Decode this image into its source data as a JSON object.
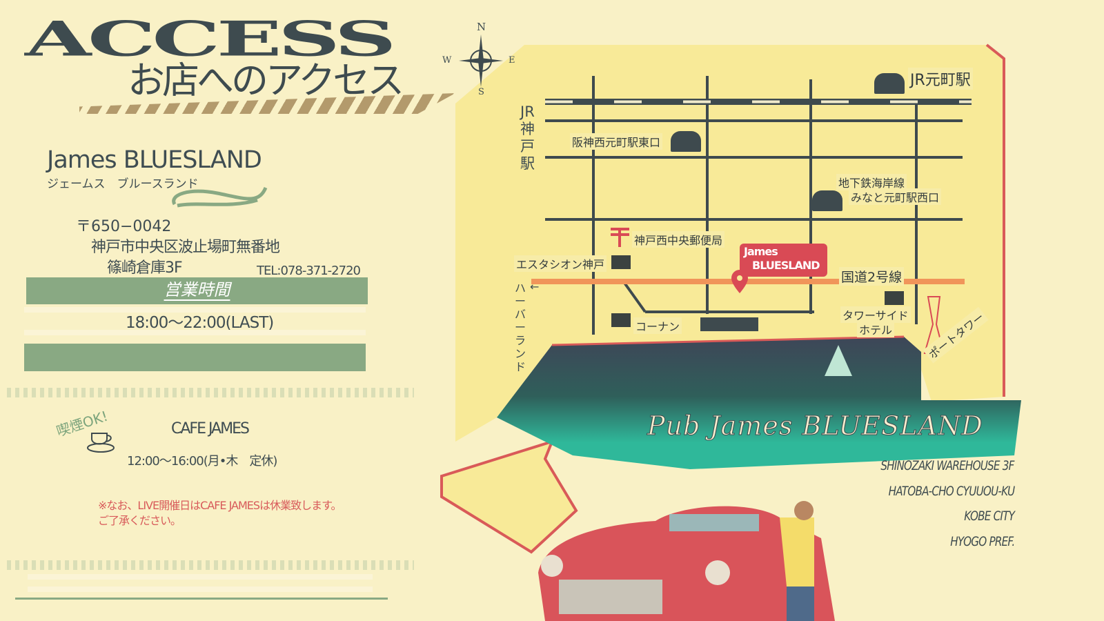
{
  "header": {
    "title": "ACCESS",
    "subtitle": "お店へのアクセス"
  },
  "compass": {
    "n": "N",
    "s": "S",
    "e": "E",
    "w": "W"
  },
  "shop": {
    "name": "James BLUESLAND",
    "kana": "ジェームス　ブルースランド",
    "postal": "〒650−0042",
    "address1": "神戸市中央区波止場町無番地",
    "address2": "篠崎倉庫3F",
    "tel": "TEL:078-371-2720"
  },
  "hours": {
    "heading": "営業時間",
    "value": "18:00〜22:00(LAST)"
  },
  "cafe": {
    "smoking": "喫煙OK!",
    "name": "CAFE JAMES",
    "hours": "12:00〜16:00(月•木　定休)",
    "note1": "※なお、LIVE開催日はCAFE JAMESは休業致します。",
    "note2": "ご了承ください。"
  },
  "map": {
    "jr_motomachi": "JR元町駅",
    "jr_kobe": "JR神戸駅",
    "hanshin": "阪神西元町駅東口",
    "subway1": "地下鉄海岸線",
    "subway2": "みなと元町駅西口",
    "post": "神戸西中央郵便局",
    "estacion": "エスタシオン神戸",
    "marker1": "James",
    "marker2": "BLUESLAND",
    "route2": "国道2号線",
    "harborland": "ハーバーランド",
    "harbor_arrow": "←",
    "konan": "コーナン",
    "towerside1": "タワーサイド",
    "towerside2": "ホテル",
    "porttower": "ポートタワー"
  },
  "footer": {
    "script_title": "Pub James BLUESLAND",
    "addr": [
      "SHINOZAKI WAREHOUSE 3F",
      "HATOBA-CHO CYUUOU-KU",
      "KOBE CITY",
      "HYOGO PREF."
    ]
  },
  "colors": {
    "bg": "#f9f1c6",
    "map": "#f8ea98",
    "dark": "#3e4a4e",
    "green": "#89a983",
    "red": "#d94a55",
    "orange": "#f0955a"
  }
}
